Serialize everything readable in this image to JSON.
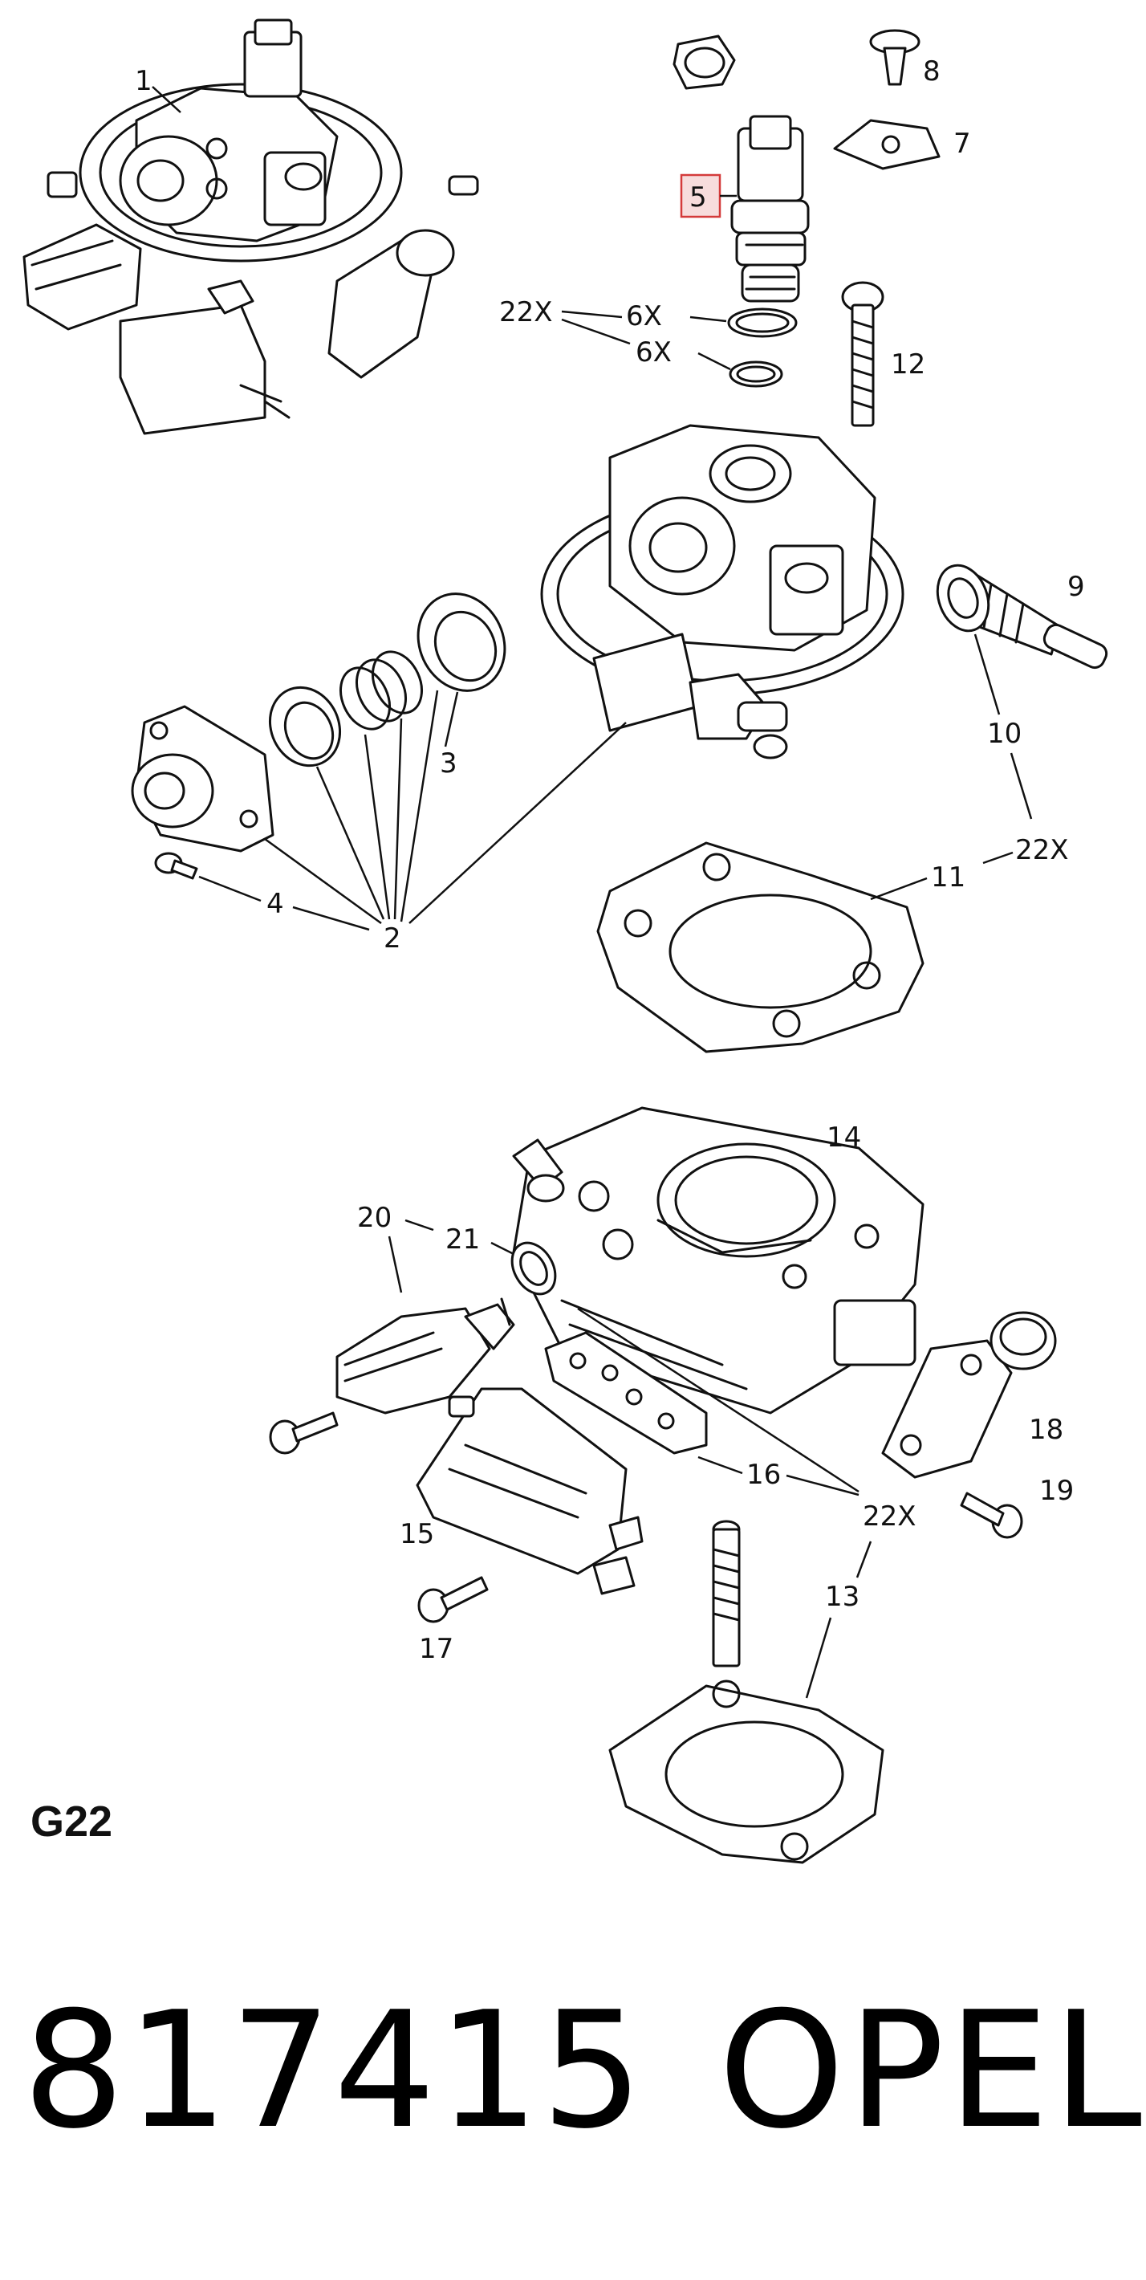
{
  "diagram": {
    "callouts": {
      "c1": "1",
      "c2": "2",
      "c3": "3",
      "c4": "4",
      "c5": "5",
      "c6a": "6X",
      "c6b": "6X",
      "c6x22": "22X",
      "c7": "7",
      "c8": "8",
      "c9": "9",
      "c10": "10",
      "c22a": "22X",
      "c11": "11",
      "c12": "12",
      "c13": "13",
      "c14": "14",
      "c15": "15",
      "c16": "16",
      "c22b": "22X",
      "c17": "17",
      "c18": "18",
      "c19": "19",
      "c20": "20",
      "c21": "21"
    },
    "highlighted_callout": "5",
    "highlight_color": "#d43a3a",
    "group_code": "G22"
  },
  "footer": {
    "part_number": "817415",
    "brand": "OPEL"
  }
}
